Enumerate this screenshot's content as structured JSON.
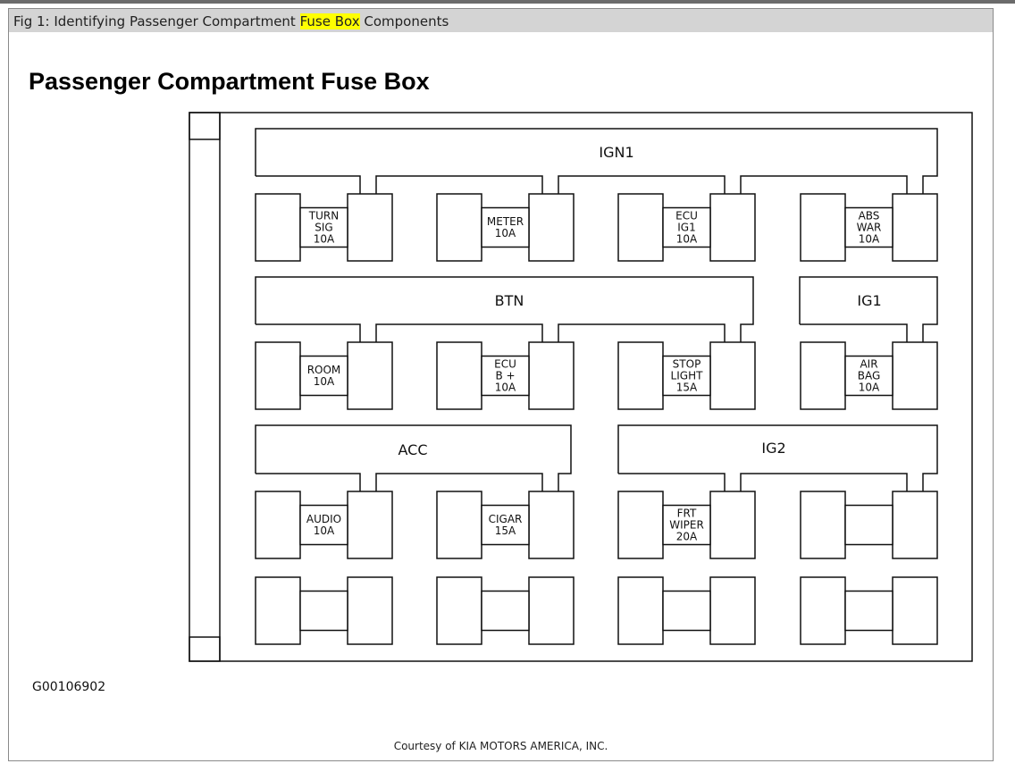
{
  "caption": {
    "prefix": "Fig 1: Identifying Passenger Compartment ",
    "highlight": "Fuse Box",
    "suffix": " Components"
  },
  "figure": {
    "title": "Passenger Compartment Fuse Box",
    "code": "G00106902",
    "courtesy": "Courtesy of KIA MOTORS AMERICA, INC."
  },
  "bus_bars": [
    "IGN1",
    "BTN",
    "IG1",
    "ACC",
    "IG2"
  ],
  "fuses": [
    {
      "row": 1,
      "col": 1,
      "bus": "IGN1",
      "lines": [
        "TURN",
        "SIG",
        "10A"
      ]
    },
    {
      "row": 1,
      "col": 2,
      "bus": "IGN1",
      "lines": [
        "METER",
        "10A"
      ]
    },
    {
      "row": 1,
      "col": 3,
      "bus": "IGN1",
      "lines": [
        "ECU",
        "IG1",
        "10A"
      ]
    },
    {
      "row": 1,
      "col": 4,
      "bus": "IGN1",
      "lines": [
        "ABS",
        "WAR",
        "10A"
      ]
    },
    {
      "row": 2,
      "col": 1,
      "bus": "BTN",
      "lines": [
        "ROOM",
        "10A"
      ]
    },
    {
      "row": 2,
      "col": 2,
      "bus": "BTN",
      "lines": [
        "ECU",
        "B +",
        "10A"
      ]
    },
    {
      "row": 2,
      "col": 3,
      "bus": "BTN",
      "lines": [
        "STOP",
        "LIGHT",
        "15A"
      ]
    },
    {
      "row": 2,
      "col": 4,
      "bus": "IG1",
      "lines": [
        "AIR",
        "BAG",
        "10A"
      ]
    },
    {
      "row": 3,
      "col": 1,
      "bus": "ACC",
      "lines": [
        "AUDIO",
        "10A"
      ]
    },
    {
      "row": 3,
      "col": 2,
      "bus": "ACC",
      "lines": [
        "CIGAR",
        "15A"
      ]
    },
    {
      "row": 3,
      "col": 3,
      "bus": "IG2",
      "lines": [
        "FRT",
        "WIPER",
        "20A"
      ]
    },
    {
      "row": 3,
      "col": 4,
      "bus": "IG2",
      "lines": []
    },
    {
      "row": 4,
      "col": 1,
      "bus": "",
      "lines": []
    },
    {
      "row": 4,
      "col": 2,
      "bus": "",
      "lines": []
    },
    {
      "row": 4,
      "col": 3,
      "bus": "",
      "lines": []
    },
    {
      "row": 4,
      "col": 4,
      "bus": "",
      "lines": []
    }
  ]
}
